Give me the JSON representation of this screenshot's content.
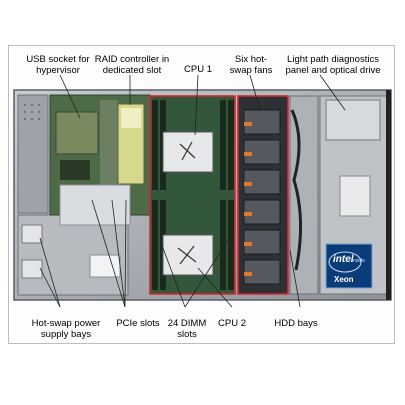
{
  "labels": {
    "usb": [
      "USB socket for",
      "hypervisor"
    ],
    "raid": [
      "RAID controller in",
      "dedicated slot"
    ],
    "cpu1": [
      "CPU 1"
    ],
    "fans": [
      "Six hot-",
      "swap fans"
    ],
    "lightpath": [
      "Light path diagnostics",
      "panel and optical drive"
    ],
    "psu": [
      "Hot-swap power",
      "supply bays"
    ],
    "pcie": [
      "PCIe slots"
    ],
    "dimm": [
      "24 DIMM",
      "slots"
    ],
    "cpu2": [
      "CPU 2"
    ],
    "hdd": [
      "HDD bays"
    ]
  },
  "badge": {
    "brand": "intel",
    "sub": "inside",
    "product": "Xeon"
  },
  "colors": {
    "annotation": "#d8272d",
    "chassis": "#8a8f96",
    "board": "#4e6b48"
  }
}
